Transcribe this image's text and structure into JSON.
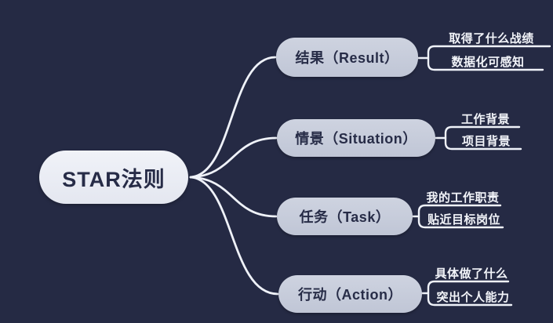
{
  "root": {
    "label": "STAR法则"
  },
  "branches": [
    {
      "label": "结果（Result）",
      "leaves": [
        "取得了什么战绩",
        "数据化可感知"
      ]
    },
    {
      "label": "情景（Situation）",
      "leaves": [
        "工作背景",
        "项目背景"
      ]
    },
    {
      "label": "任务（Task）",
      "leaves": [
        "我的工作职责",
        "贴近目标岗位"
      ]
    },
    {
      "label": "行动（Action）",
      "leaves": [
        "具体做了什么",
        "突出个人能力"
      ]
    }
  ],
  "colors": {
    "background": "#252a44",
    "root_fill": "#ecEEf5",
    "branch_fill": "#c6ccdb",
    "line": "#eff2f9",
    "node_text": "#272c47",
    "leaf_text": "#f2f4f9"
  }
}
